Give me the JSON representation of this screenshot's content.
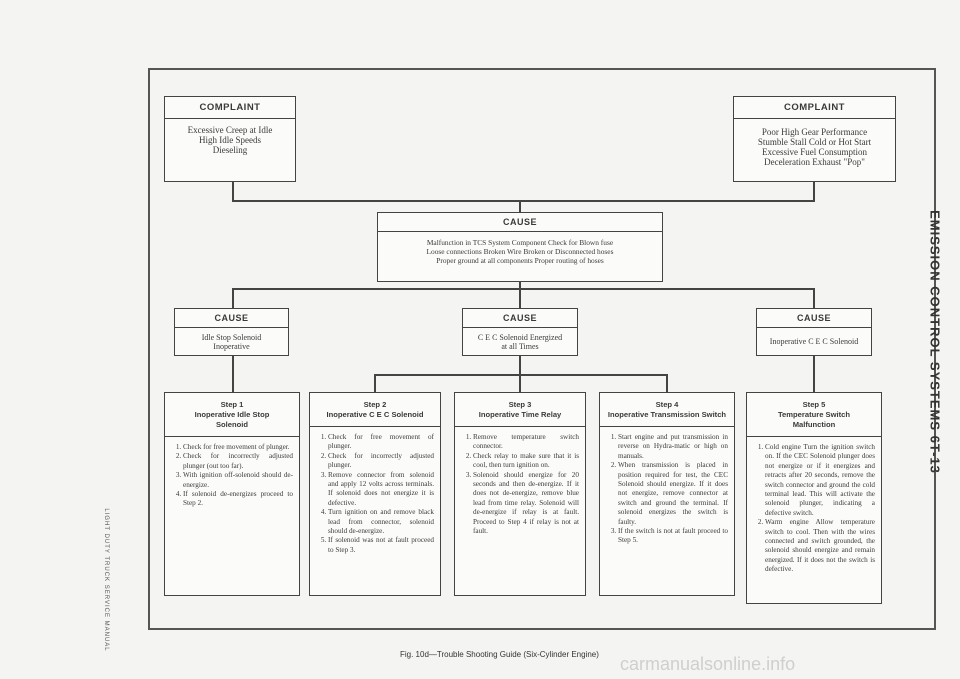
{
  "complaint_left": {
    "header": "COMPLAINT",
    "lines": [
      "Excessive Creep at Idle",
      "High Idle Speeds",
      "Dieseling"
    ]
  },
  "complaint_right": {
    "header": "COMPLAINT",
    "lines": [
      "Poor High Gear Performance",
      "Stumble Stall Cold or Hot Start",
      "Excessive Fuel Consumption",
      "Deceleration Exhaust \"Pop\""
    ]
  },
  "cause_center": {
    "header": "CAUSE",
    "lines": [
      "Malfunction in TCS System Component Check for Blown fuse",
      "Loose connections Broken Wire Broken or Disconnected hoses",
      "Proper ground at all components Proper routing of hoses"
    ]
  },
  "cause_left": {
    "header": "CAUSE",
    "lines": [
      "Idle Stop Solenoid",
      "Inoperative"
    ]
  },
  "cause_mid": {
    "header": "CAUSE",
    "lines": [
      "C E C Solenoid Energized",
      "at all Times"
    ]
  },
  "cause_right": {
    "header": "CAUSE",
    "lines": [
      "Inoperative C E C Solenoid"
    ]
  },
  "steps": [
    {
      "title": [
        "Step 1",
        "Inoperative Idle Stop",
        "Solenoid"
      ],
      "items": [
        "Check for free movement of plunger.",
        "Check for incorrectly adjusted plunger (out too far).",
        "With ignition off-solenoid should de-energize.",
        "If solenoid de-energizes proceed to Step 2."
      ]
    },
    {
      "title": [
        "Step 2",
        "Inoperative C E C Solenoid"
      ],
      "items": [
        "Check for free movement of plunger.",
        "Check for incorrectly adjusted plunger.",
        "Remove connector from solenoid and apply 12 volts across terminals. If solenoid does not energize it is defective.",
        "Turn ignition on and remove black lead from connector, solenoid should de-energize.",
        "If solenoid was not at fault proceed to Step 3."
      ]
    },
    {
      "title": [
        "Step 3",
        "Inoperative Time Relay"
      ],
      "items": [
        "Remove temperature switch connector.",
        "Check relay to make sure that it is cool, then turn ignition on.",
        "Solenoid should energize for 20 seconds and then de-energize. If it does not de-energize, remove blue lead from time relay. Solenoid will de-energize if relay is at fault. Proceed to Step 4 if relay is not at fault."
      ]
    },
    {
      "title": [
        "Step 4",
        "Inoperative Transmission Switch"
      ],
      "items": [
        "Start engine and put transmission in reverse on Hydra-matic or high on manuals.",
        "When transmission is placed in position required for test, the CEC Solenoid should energize. If it does not energize, remove connector at switch and ground the terminal. If solenoid energizes the switch is faulty.",
        "If the switch is not at fault proceed to Step 5."
      ]
    },
    {
      "title": [
        "Step 5",
        "Temperature Switch",
        "Malfunction"
      ],
      "items": [
        "Cold engine Turn the ignition switch on. If the CEC Solenoid plunger does not energize or if it energizes and retracts after 20 seconds, remove the switch connector and ground the cold terminal lead. This will activate the solenoid plunger, indicating a defective switch.",
        "Warm engine Allow temperature switch to cool. Then with the wires connected and switch grounded, the solenoid should energize and remain energized. If it does not the switch is defective."
      ]
    }
  ],
  "caption": "Fig. 10d—Trouble Shooting Guide (Six-Cylinder Engine)",
  "side_title": "EMISSION CONTROL SYSTEMS 6T-13",
  "side_small": "LIGHT DUTY TRUCK SERVICE MANUAL",
  "watermark": "carmanualsonline.info"
}
